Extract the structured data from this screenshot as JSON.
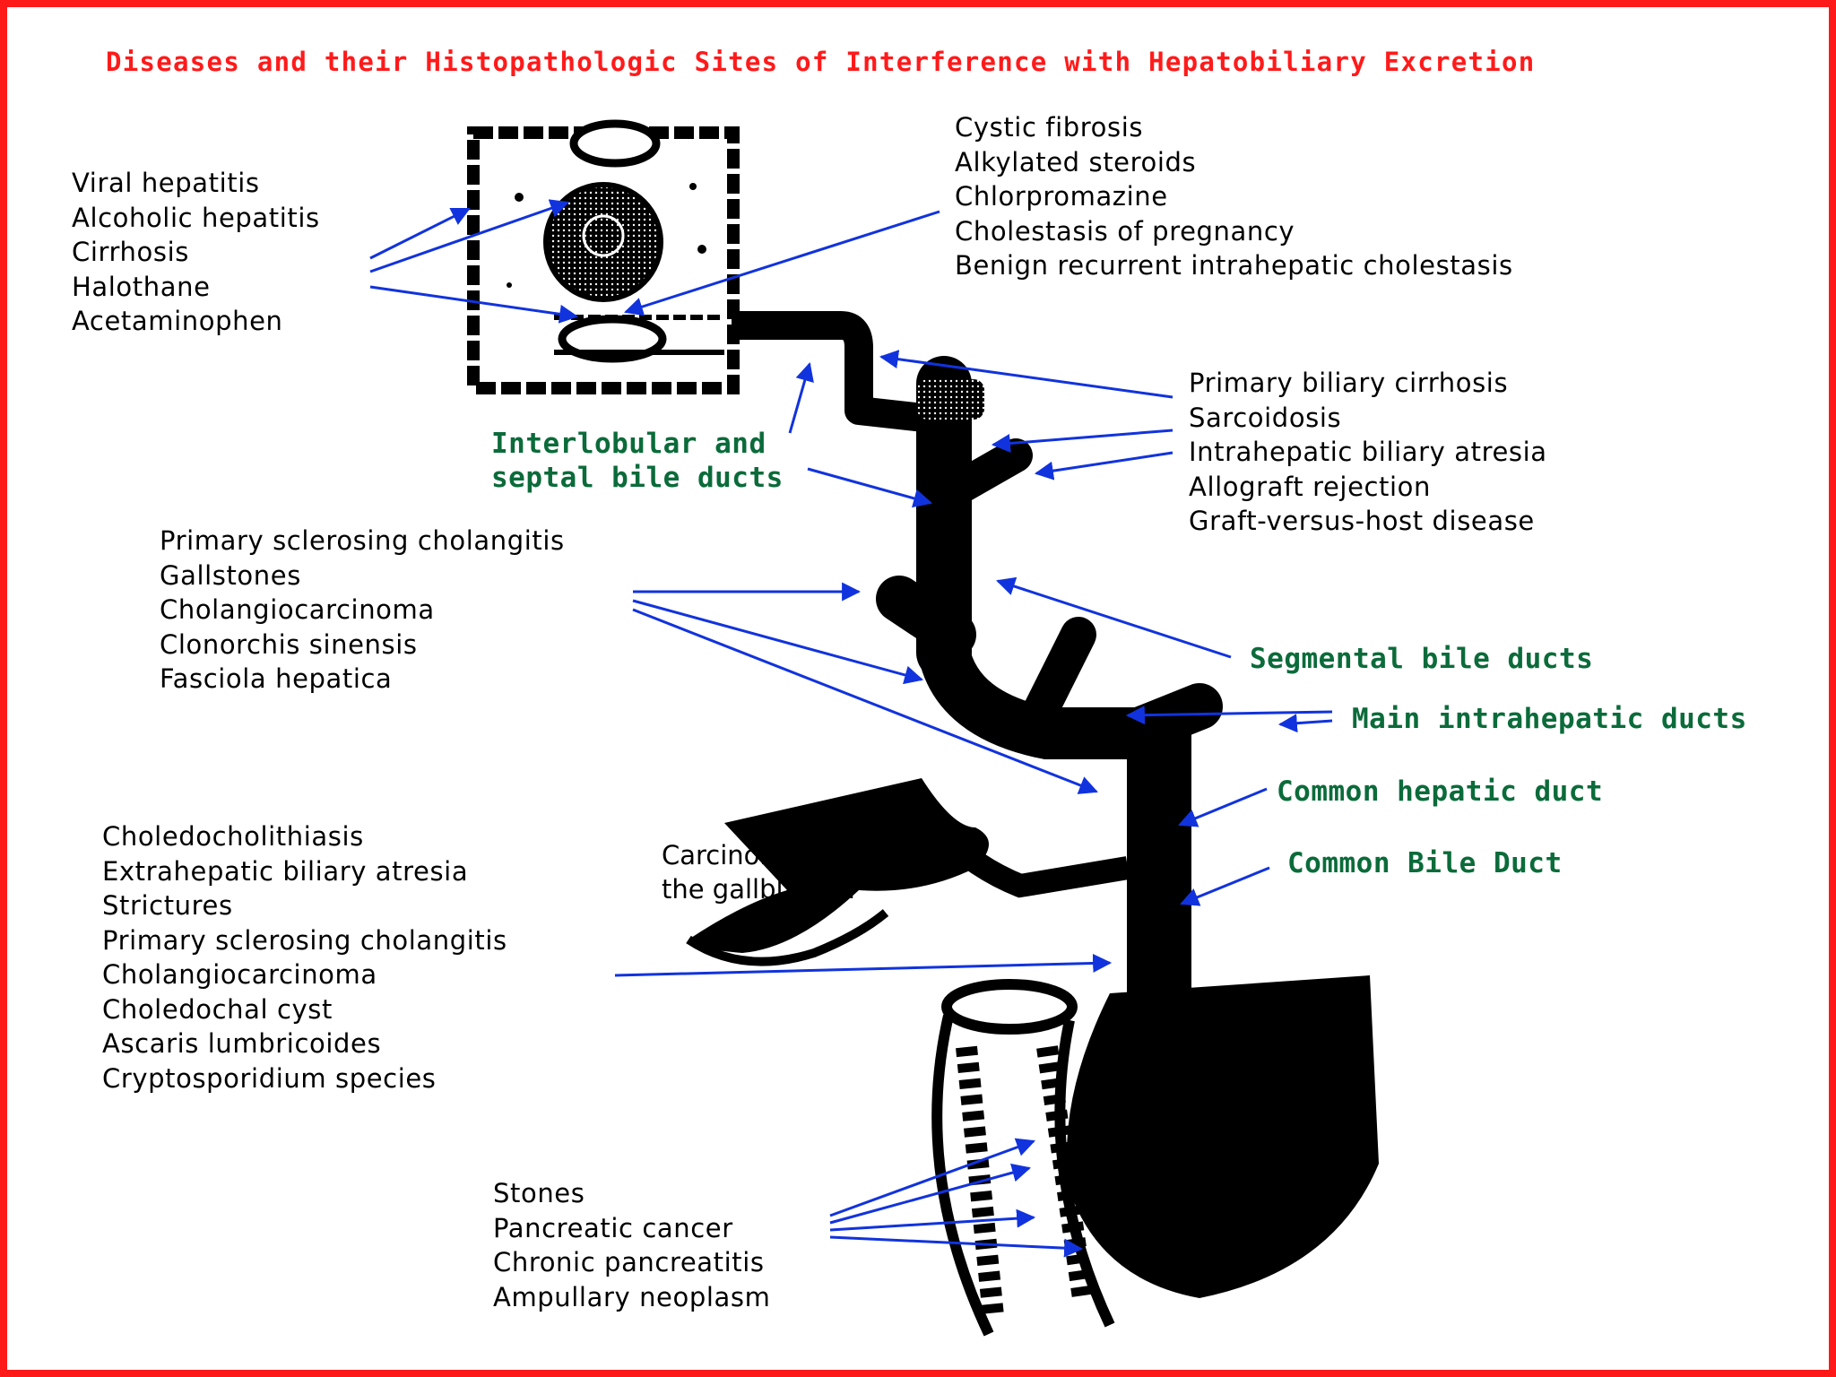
{
  "title": "Diseases and their Histopathologic Sites of Interference with Hepatobiliary Excretion",
  "groups": {
    "hepatocyte_diseases": [
      "Viral hepatitis",
      "Alcoholic hepatitis",
      "Cirrhosis",
      "Halothane",
      "Acetaminophen"
    ],
    "canalicular_diseases": [
      "Cystic fibrosis",
      "Alkylated steroids",
      "Chlorpromazine",
      "Cholestasis of pregnancy",
      "Benign recurrent intrahepatic cholestasis"
    ],
    "interlobular_diseases": [
      "Primary biliary cirrhosis",
      "Sarcoidosis",
      "Intrahepatic biliary atresia",
      "Allograft rejection",
      "Graft-versus-host disease"
    ],
    "intrahepatic_duct_diseases": [
      "Primary sclerosing cholangitis",
      "Gallstones",
      "Cholangiocarcinoma",
      "Clonorchis sinensis",
      "Fasciola hepatica"
    ],
    "extrahepatic_duct_diseases": [
      "Choledocholithiasis",
      "Extrahepatic biliary atresia",
      "Strictures",
      "Primary sclerosing cholangitis",
      "Cholangiocarcinoma",
      "Choledochal cyst",
      "Ascaris lumbricoides",
      "Cryptosporidium species"
    ],
    "ampullary_diseases": [
      "Stones",
      "Pancreatic cancer",
      "Chronic pancreatitis",
      "Ampullary neoplasm"
    ]
  },
  "labels": {
    "interlobular": [
      "Interlobular and",
      "septal bile ducts"
    ],
    "segmental": "Segmental bile ducts",
    "main_intrahepatic": "Main intrahepatic ducts",
    "common_hepatic": "Common hepatic duct",
    "common_bile": "Common Bile Duct",
    "gallbladder_carcinoma": [
      "Carcinoma of",
      "the gallbladder"
    ]
  },
  "colors": {
    "title": "#ff1a1a",
    "border": "#ff1a1a",
    "arrow": "#1133dd",
    "structure_label": "#0b6b3a",
    "drawing": "#000000"
  },
  "drawing_parts": [
    "hepatocyte",
    "nucleus",
    "bile-canaliculus",
    "bile-duct-tree",
    "gallbladder",
    "duodenum",
    "pancreas-head"
  ]
}
